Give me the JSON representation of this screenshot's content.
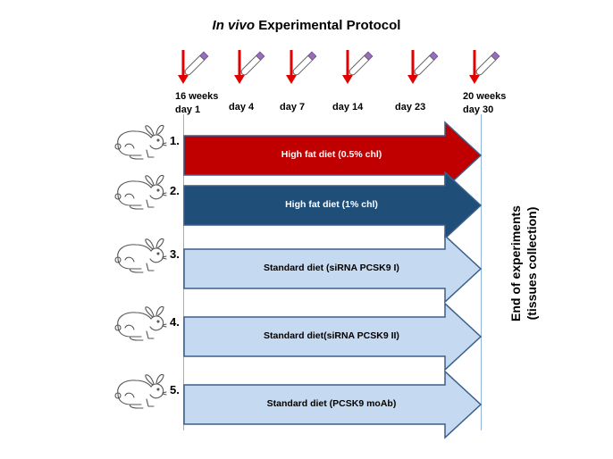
{
  "title": {
    "italic": "In vivo",
    "rest": " Experimental Protocol"
  },
  "timepoints": {
    "start_weeks": "16 weeks",
    "start_day": "day 1",
    "day4": "day 4",
    "day7": "day 7",
    "day14": "day 14",
    "day23": "day 23",
    "end_weeks": "20 weeks",
    "end_day": "day 30"
  },
  "groups": [
    {
      "number": "1.",
      "label": "High fat diet (0.5% chl)",
      "fill": "#c00000",
      "text_color": "#ffffff"
    },
    {
      "number": "2.",
      "label": "High fat diet (1% chl)",
      "fill": "#1f4e79",
      "text_color": "#ffffff"
    },
    {
      "number": "3.",
      "label": "Standard diet (siRNA PCSK9 I)",
      "fill": "#c5d9f1",
      "text_color": "#000000"
    },
    {
      "number": "4.",
      "label": "Standard diet(siRNA PCSK9 II)",
      "fill": "#c5d9f1",
      "text_color": "#000000"
    },
    {
      "number": "5.",
      "label": "Standard diet (PCSK9 moAb)",
      "fill": "#c5d9f1",
      "text_color": "#000000"
    }
  ],
  "end_label": {
    "line1": "End of experiments",
    "line2": "(tissues collection)"
  },
  "colors": {
    "sample_arrow": "#e00000",
    "tube_cap": "#9b6bbf",
    "outline": "#3a5f8a",
    "timeline": "#8fb3d9"
  },
  "icons": {
    "sample": "blood-tube-icon",
    "animal": "rabbit-icon"
  }
}
